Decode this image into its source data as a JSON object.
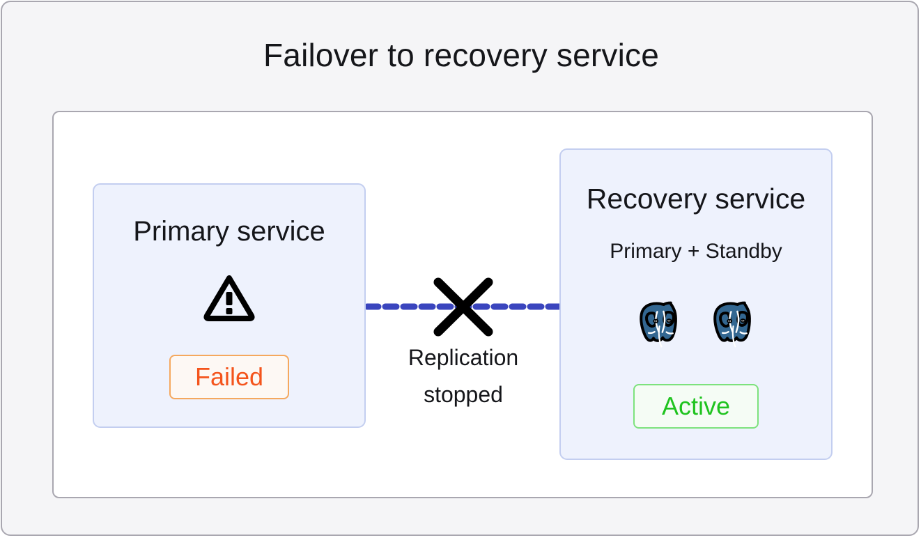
{
  "diagram": {
    "title": "Failover to recovery service",
    "colors": {
      "page_background": "#f5f5f7",
      "panel_background": "#ffffff",
      "panel_border": "#a9a7b0",
      "card_background": "#eef2fd",
      "card_border": "#c3cef0",
      "replication_line": "#3a45be",
      "cross_mark": "#000000",
      "failed_text": "#f4541c",
      "failed_border": "#f5a85e",
      "active_text": "#1fc31f",
      "active_border": "#7de27d",
      "postgres_logo": "#336791"
    }
  },
  "primary_service": {
    "title": "Primary service",
    "status_badge": "Failed",
    "icon": "warning-triangle-icon"
  },
  "recovery_service": {
    "title": "Recovery service",
    "subtitle": "Primary + Standby",
    "status_badge": "Active",
    "nodes": [
      {
        "icon": "postgresql-elephant-icon",
        "role": "Primary"
      },
      {
        "icon": "postgresql-elephant-icon",
        "role": "Standby"
      }
    ]
  },
  "connector": {
    "label_line1": "Replication",
    "label_line2": "stopped",
    "line_style": "dashed",
    "cross_icon": "cross-mark-icon"
  }
}
